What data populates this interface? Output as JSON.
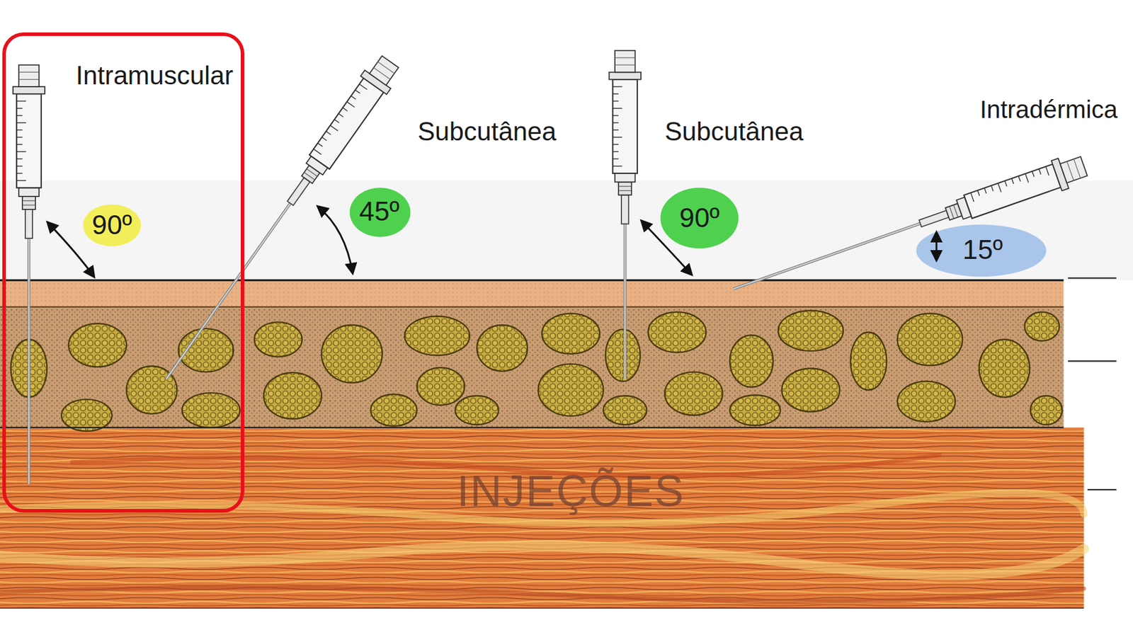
{
  "diagram": {
    "nodes": [
      {
        "text": [
          "Intramuscular",
          "90º"
        ]
      }
    ],
    "labels": [
      "Subcutânea",
      "45º",
      "Subcutânea",
      "90º",
      "Intradérmica",
      "15º",
      "INJEÇÕES"
    ]
  }
}
